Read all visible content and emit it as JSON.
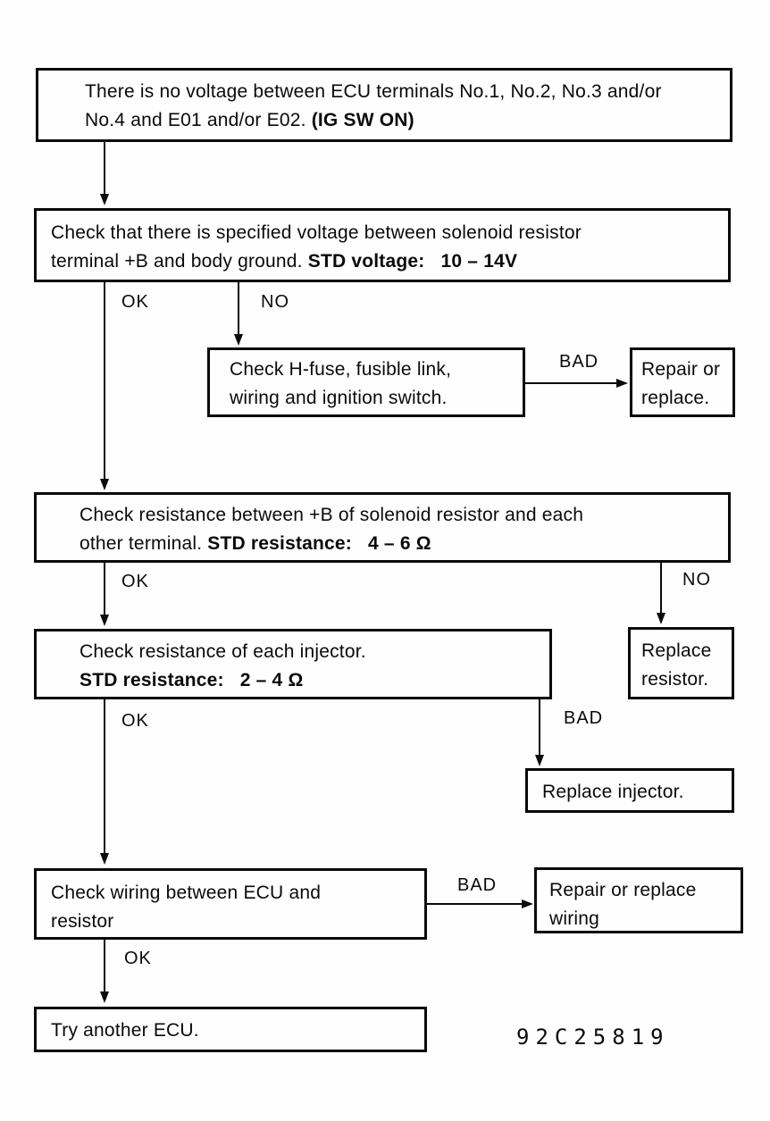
{
  "diagram_title": "ECU no-voltage troubleshooting flowchart",
  "labels": {
    "ok": "OK",
    "no": "NO",
    "bad": "BAD"
  },
  "doc_code": "92C25819",
  "colors": {
    "ink": "#0a0a0a",
    "paper": "#fefefe"
  },
  "nodes": {
    "start": {
      "line1": "There is no voltage between ECU terminals No.1, No.2, No.3 and/or",
      "line2_text": "No.4 and E01 and/or E02. ",
      "line2_bold": "(IG SW ON)"
    },
    "check_voltage": {
      "line1": "Check that there is specified voltage between solenoid resistor",
      "line2_text": "terminal +B and body ground. ",
      "spec_label": "STD voltage:",
      "spec_value": "10 – 14V"
    },
    "check_hfuse": {
      "line1": "Check H-fuse, fusible link,",
      "line2": "wiring and ignition switch."
    },
    "repair_or_replace": {
      "line1": "Repair or",
      "line2": "replace."
    },
    "check_resistance": {
      "line1": "Check resistance between +B of solenoid resistor and each",
      "line2_text": "other terminal. ",
      "spec_label": "STD resistance:",
      "spec_value": "4 – 6 Ω"
    },
    "replace_resistor": {
      "line1": "Replace",
      "line2": "resistor."
    },
    "check_injector": {
      "line1": "Check resistance of each injector.",
      "spec_label": "STD resistance:",
      "spec_value": "2 – 4 Ω"
    },
    "replace_injector": {
      "line1": "Replace injector."
    },
    "check_wiring": {
      "line1": "Check wiring between ECU and",
      "line2": "resistor"
    },
    "repair_or_replace_wiring": {
      "line1": "Repair or replace",
      "line2": "wiring"
    },
    "try_another_ecu": {
      "line1": "Try another ECU."
    }
  }
}
